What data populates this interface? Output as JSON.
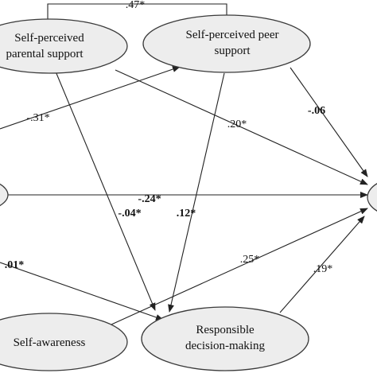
{
  "nodes": {
    "parental": {
      "line1": "Self-perceived",
      "line2": "parental support"
    },
    "peer": {
      "line1": "Self-perceived peer",
      "line2": "support"
    },
    "awareness": {
      "line1": "Self-awareness"
    },
    "decision": {
      "line1": "Responsible",
      "line2": "decision-making"
    }
  },
  "coefficients": {
    "parental_peer": ".47*",
    "left_to_peer": "-.31*",
    "parental_to_right": ".20*",
    "peer_to_right": "-.06",
    "left_to_right": "-.24*",
    "parental_to_decision": "-.04*",
    "peer_to_decision": ".12*",
    "left_to_decision": ".01*",
    "awareness_to_right": ".25*",
    "decision_to_right": ".19*"
  }
}
